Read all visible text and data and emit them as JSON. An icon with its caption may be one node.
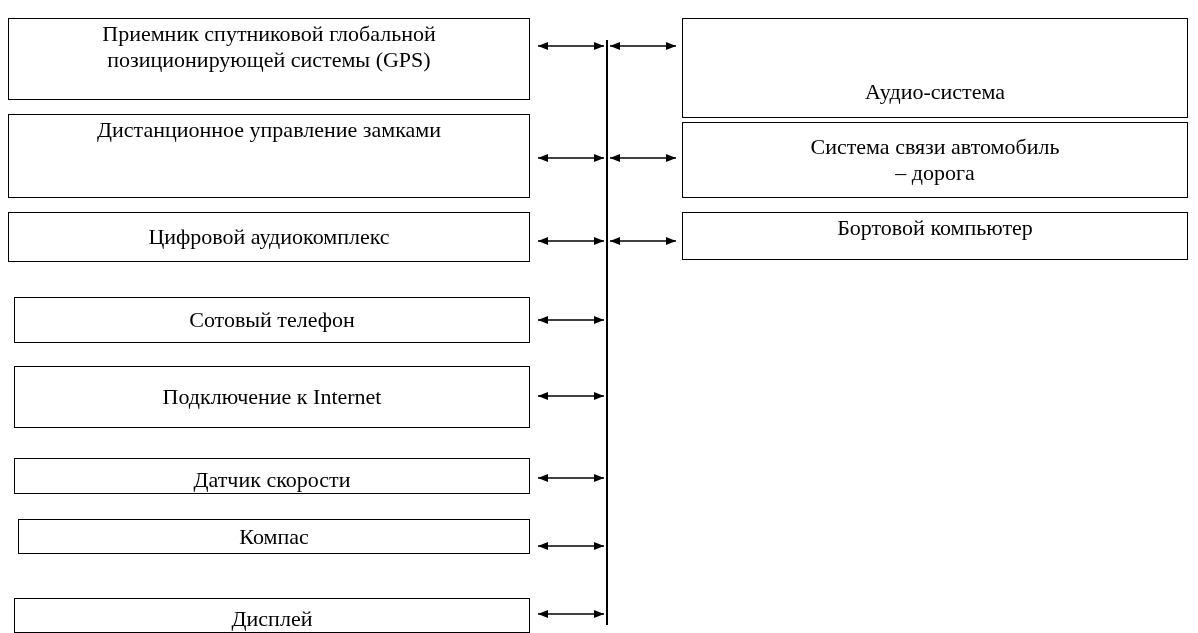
{
  "diagram": {
    "nodes": [
      {
        "text": [
          "Приемник спутниковой глобальной позиционирующей системы (GPS)"
        ]
      },
      {
        "text": [
          "Дистанционное управление замками"
        ]
      },
      {
        "text": [
          "Цифровой аудиокомплекс"
        ]
      },
      {
        "text": [
          "Сотовый телефон"
        ]
      },
      {
        "text": [
          "Подключение к Internet"
        ]
      },
      {
        "text": [
          "Датчик  скорости"
        ]
      },
      {
        "text": [
          "Компас"
        ]
      },
      {
        "text": [
          "Дисплей"
        ]
      },
      {
        "text": [
          "Аудио-система"
        ]
      },
      {
        "text": [
          "Система связи автомобиль – дорога"
        ]
      },
      {
        "text": [
          "Бортовой компьютер"
        ]
      },
      {
        "text": [],
        "shape": "bar"
      }
    ],
    "edges": [
      {
        "from": 0,
        "to": 11,
        "arrow": "both"
      },
      {
        "from": 1,
        "to": 11,
        "arrow": "both"
      },
      {
        "from": 2,
        "to": 11,
        "arrow": "both"
      },
      {
        "from": 3,
        "to": 11,
        "arrow": "both"
      },
      {
        "from": 4,
        "to": 11,
        "arrow": "both"
      },
      {
        "from": 5,
        "to": 11,
        "arrow": "both"
      },
      {
        "from": 6,
        "to": 11,
        "arrow": "both"
      },
      {
        "from": 7,
        "to": 11,
        "arrow": "both"
      },
      {
        "from": 11,
        "to": 8,
        "arrow": "both"
      },
      {
        "from": 11,
        "to": 9,
        "arrow": "both"
      },
      {
        "from": 11,
        "to": 10,
        "arrow": "both"
      }
    ]
  }
}
